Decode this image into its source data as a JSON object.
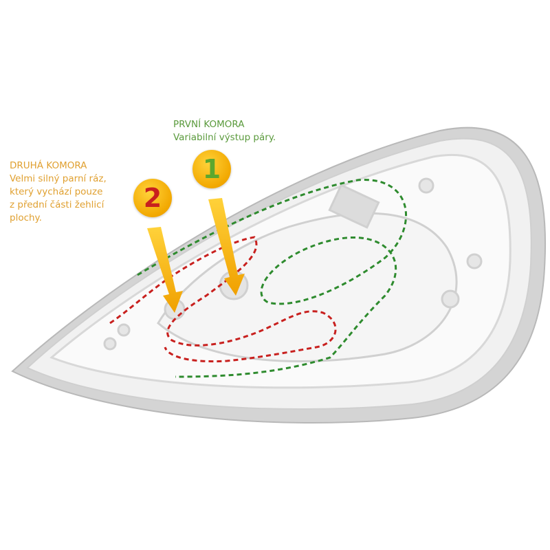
{
  "first_chamber": {
    "title": "PRVNÍ KOMORA",
    "description": "Variabilní výstup páry.",
    "number": "1",
    "color": "#5a9a3c"
  },
  "second_chamber": {
    "title": "DRUHÁ KOMORA",
    "lines": [
      "Velmi silný parní ráz,",
      "který vychází pouze",
      "z přední části žehlicí",
      "plochy."
    ],
    "number": "2",
    "color": "#c8201e"
  },
  "colors": {
    "arrow": "#f5b800",
    "soleplate": "#e6e6e6",
    "rim": "#c8c8c8"
  }
}
